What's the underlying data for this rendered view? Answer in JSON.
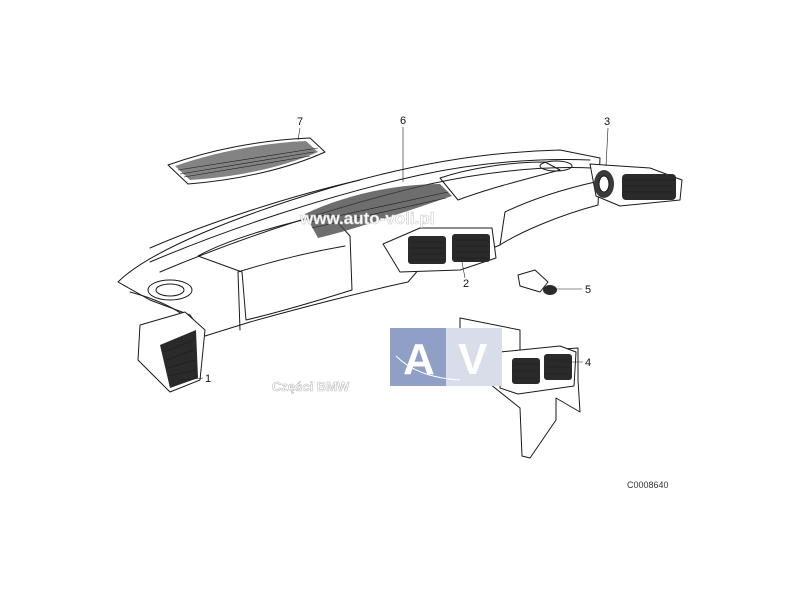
{
  "diagram": {
    "callouts": [
      {
        "id": "1",
        "label": "1"
      },
      {
        "id": "2",
        "label": "2"
      },
      {
        "id": "3",
        "label": "3"
      },
      {
        "id": "4",
        "label": "4"
      },
      {
        "id": "5",
        "label": "5"
      },
      {
        "id": "6",
        "label": "6"
      },
      {
        "id": "7",
        "label": "7"
      }
    ],
    "reference_code": "C0008640"
  },
  "watermark": {
    "url": "www.auto-voli.pl",
    "caption": "Części BMW",
    "logo_letters": [
      "A",
      "V"
    ],
    "colors": {
      "logo_blue": "#8f9fc6",
      "logo_light": "#d9dde9"
    }
  }
}
